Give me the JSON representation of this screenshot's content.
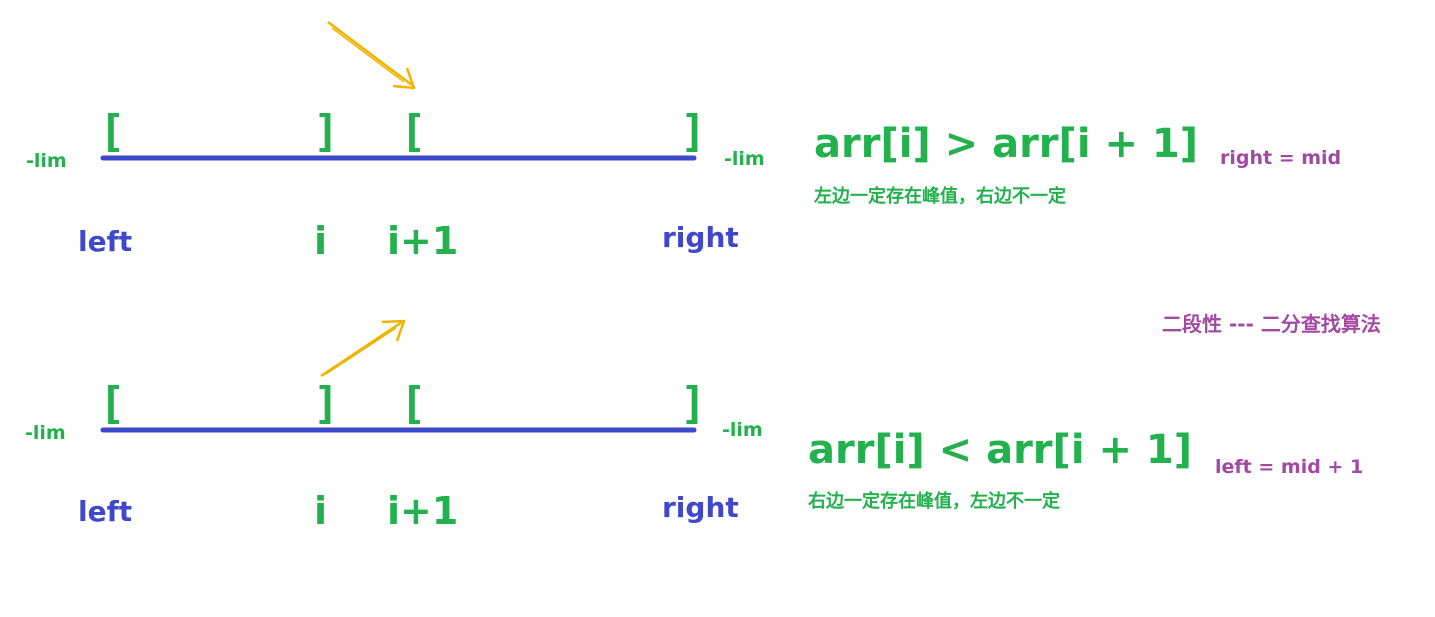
{
  "title": "二段性 --- 二分查找算法",
  "colors": {
    "bracket": "#22b14c",
    "line": "#3f48cc",
    "pointer": "#3f48cc",
    "index": "#22b14c",
    "arrow": "#f0b400",
    "note": "#a349a4"
  },
  "icons": [
    "arrow-down-right-icon",
    "arrow-up-right-icon"
  ],
  "case1": {
    "open_left": "[",
    "close_left": "]",
    "open_right": "[",
    "close_right": "]",
    "lim_left": "-lim",
    "lim_right": "-lim",
    "left": "left",
    "i": "i",
    "i1": "i+1",
    "right": "right",
    "condition": "arr[i] > arr[i + 1]",
    "update": "right = mid",
    "note": "左边一定存在峰值，右边不一定"
  },
  "case2": {
    "open_left": "[",
    "close_left": "]",
    "open_right": "[",
    "close_right": "]",
    "lim_left": "-lim",
    "lim_right": "-lim",
    "left": "left",
    "i": "i",
    "i1": "i+1",
    "right": "right",
    "condition": "arr[i] < arr[i + 1]",
    "update": "left = mid + 1",
    "note": "右边一定存在峰值，左边不一定"
  }
}
